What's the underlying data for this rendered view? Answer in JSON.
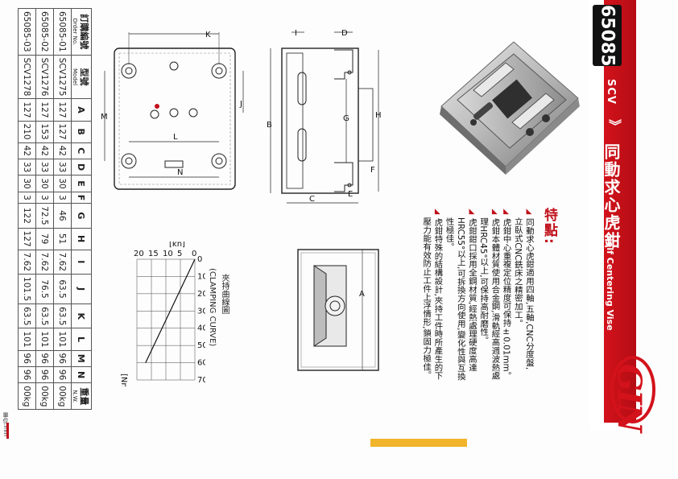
{
  "header": {
    "model_code": "65085",
    "series": "SCV",
    "chevrons": "》",
    "title_zh": "同動求心虎鉗",
    "title_en": "Self Centering Vise",
    "brand": "GIN"
  },
  "features": {
    "title": "特點:",
    "items": [
      "同動求心虎鉗適用四軸,五軸,CNC分度盤,",
      "立臥式CNC銑床之精密加工。",
      "虎鉗中心重複定位精度可保持±0.01mm。",
      "虎鉗本體材質使用合金鋼,滑軌經高週波熱處",
      "理HRC45°以上,可保持高耐磨性。",
      "虎鉗鉗口採用全鋼材質,經熱處理硬度高達",
      "HRC55°以上,可拆換方向使用,變化性與互換",
      "性極佳。",
      "虎鉗特殊的結構設計,夾持工件時所產生的下",
      "壓力能有效防止工件上浮情形,鎖固力極佳。"
    ],
    "bullets": [
      0,
      2,
      3,
      5,
      8
    ]
  },
  "drawing_labels": {
    "top": [
      "K",
      "J",
      "M",
      "L",
      "N"
    ],
    "front": [
      "D",
      "I",
      "B",
      "G",
      "H",
      "F",
      "E",
      "C"
    ],
    "side": [
      "A"
    ]
  },
  "chart": {
    "title": "夾持曲線圖",
    "subtitle": "(CLAMPING CURVE)",
    "y_unit": "[kn]",
    "x_unit": "[Nm]"
  },
  "chart_data": {
    "type": "line",
    "title": "夾持曲線圖 (CLAMPING CURVE)",
    "xlabel": "[Nm]",
    "ylabel": "[kn]",
    "x_ticks": [
      0,
      10,
      20,
      30,
      40,
      50,
      60,
      70
    ],
    "y_ticks": [
      0,
      5,
      10,
      15,
      20
    ],
    "xlim": [
      0,
      70
    ],
    "ylim": [
      0,
      20
    ],
    "series": [
      {
        "x": [
          0,
          60
        ],
        "y": [
          0,
          17
        ]
      }
    ],
    "grid": true
  },
  "spec_table": {
    "headers": [
      {
        "main": "訂購編號",
        "sub": "Order No."
      },
      {
        "main": "型號",
        "sub": "Model"
      },
      {
        "main": "A",
        "sub": ""
      },
      {
        "main": "B",
        "sub": ""
      },
      {
        "main": "C",
        "sub": ""
      },
      {
        "main": "D",
        "sub": ""
      },
      {
        "main": "E",
        "sub": ""
      },
      {
        "main": "F",
        "sub": ""
      },
      {
        "main": "G",
        "sub": ""
      },
      {
        "main": "H",
        "sub": ""
      },
      {
        "main": "I",
        "sub": ""
      },
      {
        "main": "J",
        "sub": ""
      },
      {
        "main": "K",
        "sub": ""
      },
      {
        "main": "L",
        "sub": ""
      },
      {
        "main": "M",
        "sub": ""
      },
      {
        "main": "N",
        "sub": ""
      },
      {
        "main": "重量",
        "sub": "N.W."
      }
    ],
    "rows": [
      [
        "65085-01",
        "SCV1275",
        "127",
        "127",
        "42",
        "33",
        "30",
        "3",
        "46",
        "51",
        "7.62",
        "63.5",
        "63.5",
        "101",
        "96",
        "96",
        "00kg"
      ],
      [
        "65085-02",
        "SCV1276",
        "127",
        "153",
        "42",
        "33",
        "30",
        "3",
        "72.5",
        "79",
        "7.62",
        "76.5",
        "63.5",
        "101",
        "96",
        "96",
        "00kg"
      ],
      [
        "65085-03",
        "SCV1278",
        "127",
        "210",
        "42",
        "33",
        "30",
        "3",
        "122",
        "127",
        "7.62",
        "101.5",
        "63.5",
        "101",
        "96",
        "96",
        "00kg"
      ]
    ],
    "unit_note": "單位:mm"
  }
}
